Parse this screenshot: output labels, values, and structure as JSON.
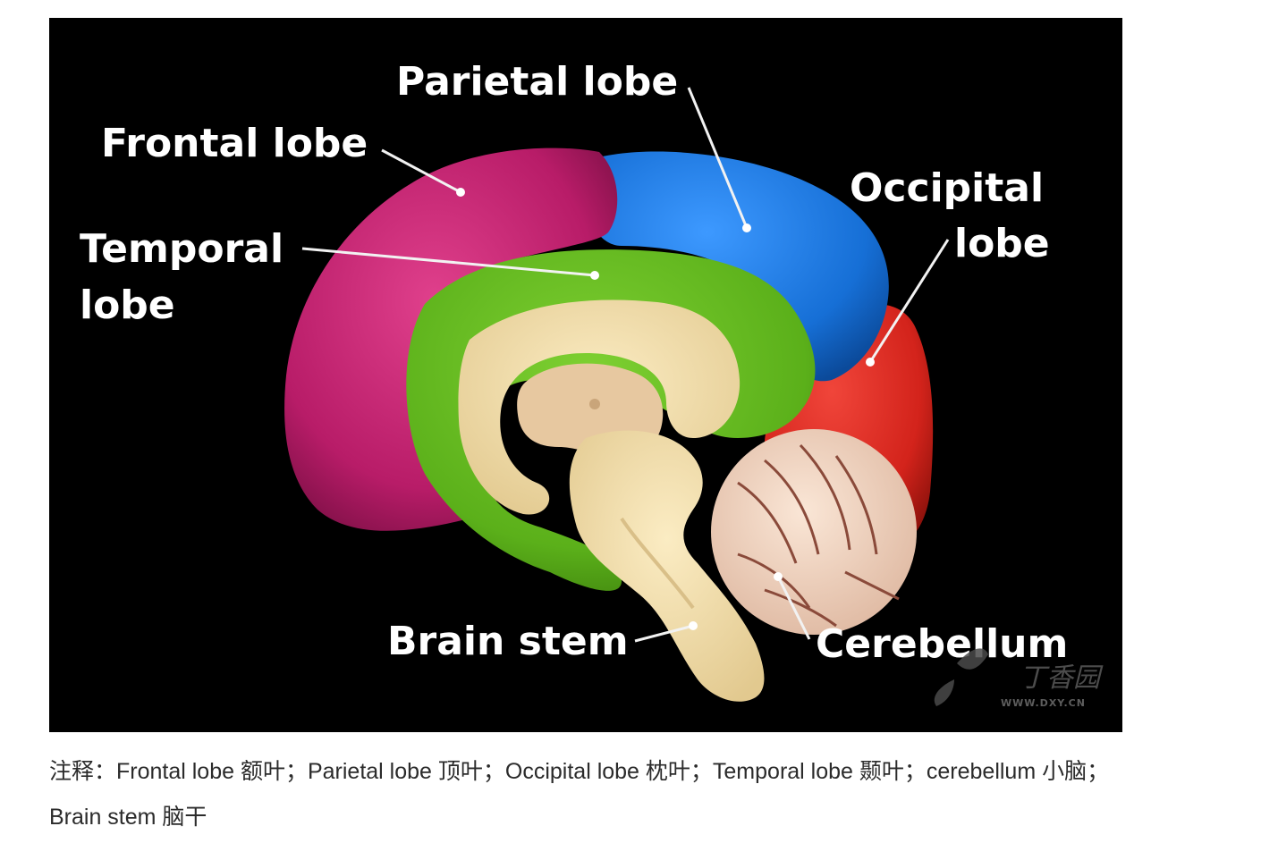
{
  "diagram": {
    "labels": {
      "parietal": "Parietal lobe",
      "frontal": "Frontal lobe",
      "occipital_line1": "Occipital",
      "occipital_line2": "lobe",
      "temporal_line1": "Temporal",
      "temporal_line2": "lobe",
      "brain_stem": "Brain stem",
      "cerebellum": "Cerebellum"
    },
    "colors": {
      "frontal": "#c2206e",
      "parietal": "#1a73d9",
      "occipital": "#d8261f",
      "temporal": "#5fb31c",
      "inner": "#eed9a6",
      "cerebellum": "#f0d6c4",
      "background": "#000000"
    },
    "watermark": {
      "brand_cn": "丁香园",
      "url": "WWW.DXY.CN"
    }
  },
  "caption": {
    "line1": "注释：Frontal lobe 额叶；Parietal lobe 顶叶；Occipital lobe 枕叶；Temporal lobe 颞叶；cerebellum 小脑；",
    "line2": "Brain stem 脑干"
  }
}
